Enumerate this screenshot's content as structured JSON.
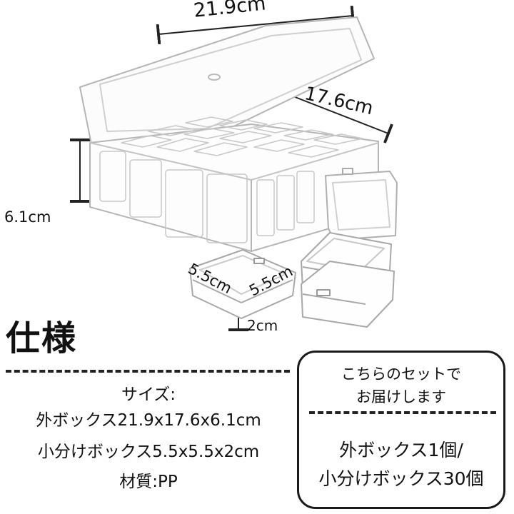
{
  "dimensions": {
    "outer_width": "21.9cm",
    "outer_depth": "17.6cm",
    "outer_height": "6.1cm",
    "small_width": "5.5cm",
    "small_depth": "5.5cm",
    "small_height": "2cm"
  },
  "specs": {
    "heading": "仕様",
    "size_label": "サイズ:",
    "outer_box": "外ボックス21.9x17.6x6.1cm",
    "inner_box": "小分けボックス5.5x5.5x2cm",
    "material": "材質:PP"
  },
  "set_contents": {
    "caption_line1": "こちらのセットで",
    "caption_line2": "お届けします",
    "item1": "外ボックス1個/",
    "item2": "小分けボックス30個"
  }
}
